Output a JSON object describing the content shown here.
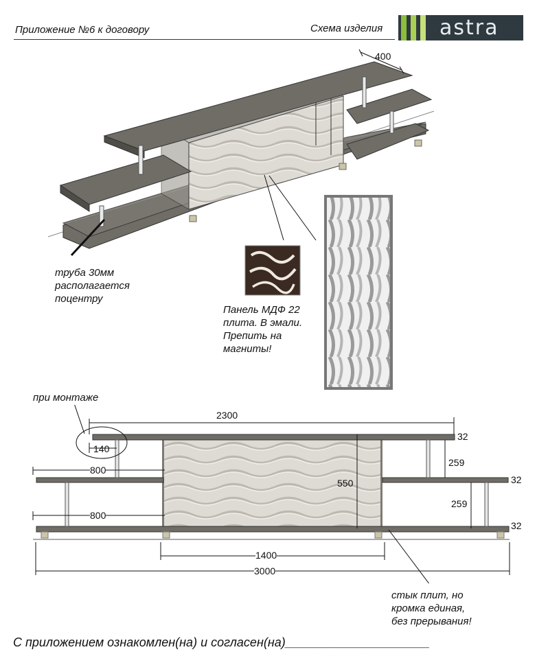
{
  "header": {
    "left": "Приложение №6  к договору",
    "right": "Схема изделия",
    "logo_text": "astra",
    "logo_colors": [
      "#2f3a40",
      "#8cbe3c",
      "#b8d86a",
      "#e8eef0"
    ]
  },
  "top_view": {
    "depth_dim": "400",
    "tube_note": "труба 30мм\nрасполагается\nпоцентру",
    "panel_note": "Панель МДФ 22\nплита. В эмали.\nПрепить на\nмагниты!"
  },
  "bottom_view": {
    "mount_note": "при монтаже",
    "dims": {
      "total_top": "2300",
      "offset": "140",
      "shelf_left_mid": "800",
      "shelf_left_low": "800",
      "panel_height": "550",
      "thick_top": "32",
      "thick_mid": "32",
      "thick_low": "32",
      "gap_upper": "259",
      "gap_lower": "259",
      "panel_width": "1400",
      "total_bottom": "3000"
    },
    "joint_note": "стык плит, но\nкромка единая,\nбез прерывания!"
  },
  "footer": {
    "text": "С приложением ознакомлен(на) и согласен(на)_____________________"
  },
  "colors": {
    "shelf": "#6f6d66",
    "shelf_dark": "#55534d",
    "panel": "#d9d7d2",
    "leg": "#ccc6a8"
  }
}
